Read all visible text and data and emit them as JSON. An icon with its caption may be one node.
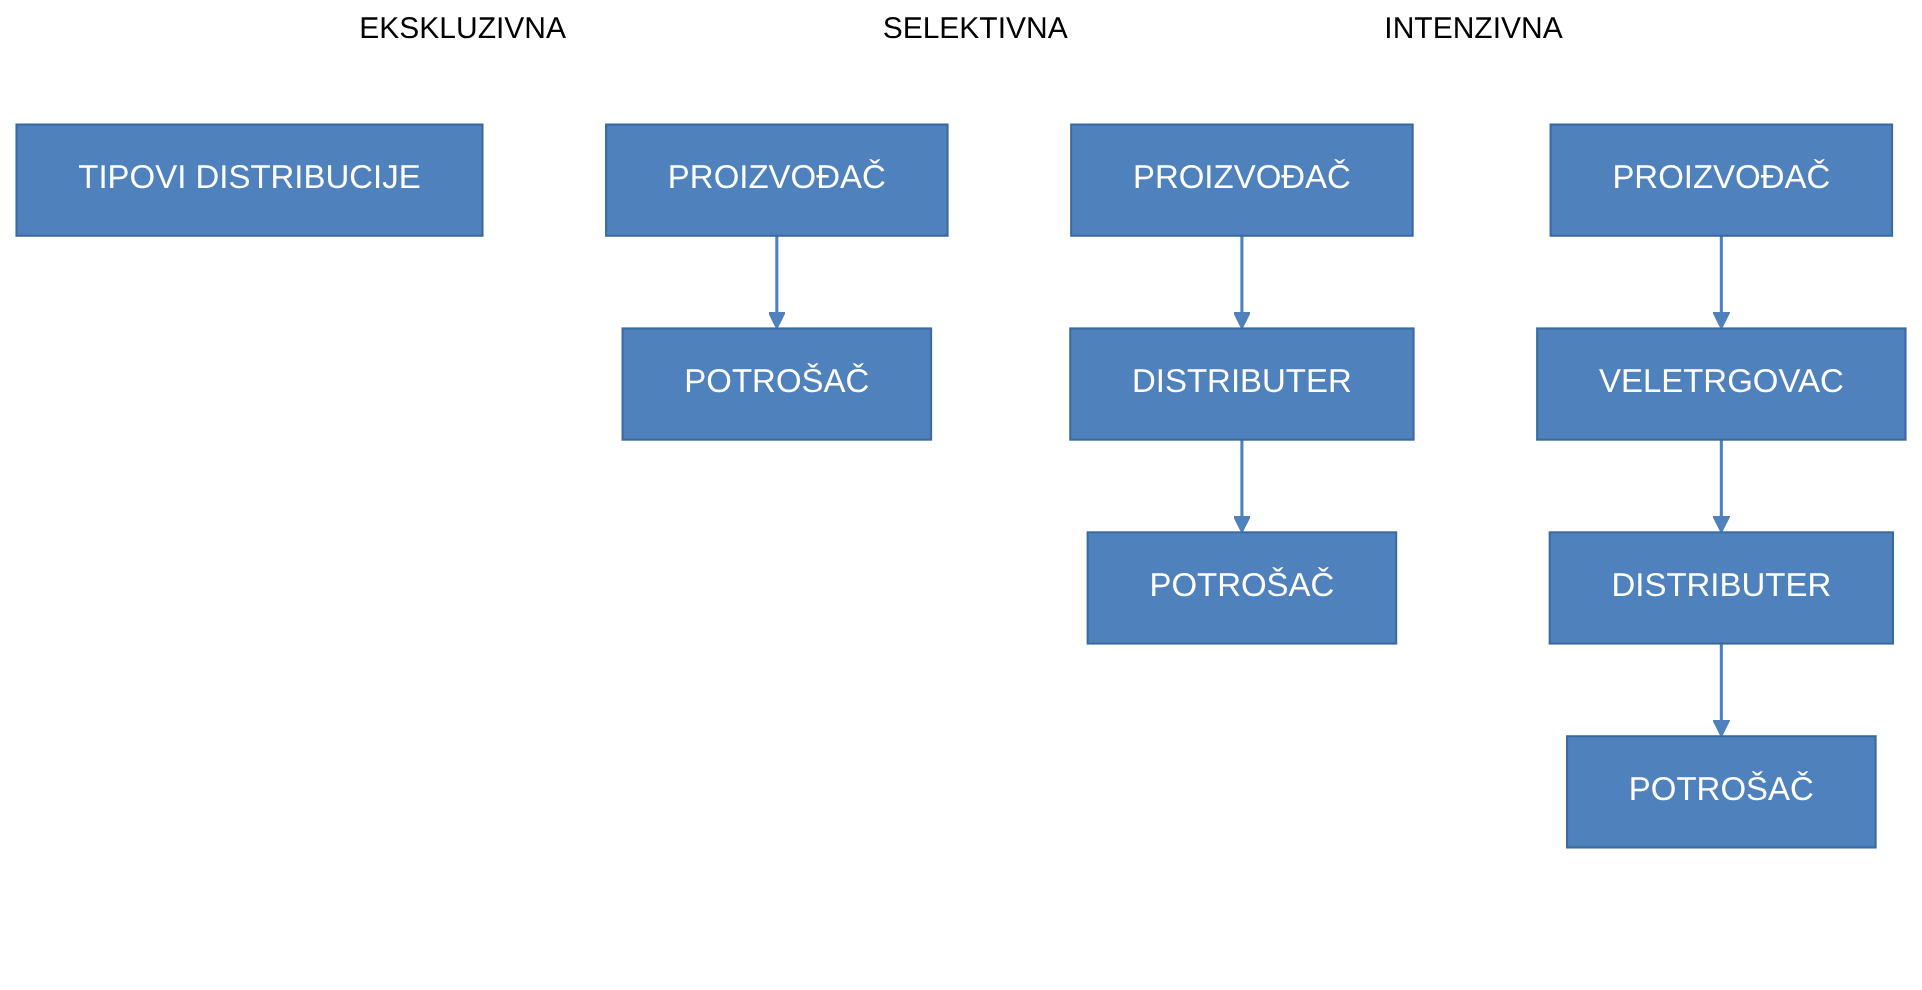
{
  "diagram": {
    "nodes": [
      {
        "text": [
          "TIPOVI DISTRIBUCIJE"
        ]
      },
      {
        "text": [
          "PROIZVOĐAČ"
        ]
      },
      {
        "text": [
          "POTROŠAČ"
        ]
      },
      {
        "text": [
          "PROIZVOĐAČ"
        ]
      },
      {
        "text": [
          "DISTRIBUTER"
        ]
      },
      {
        "text": [
          "POTROŠAČ"
        ]
      },
      {
        "text": [
          "PROIZVOĐAČ"
        ]
      },
      {
        "text": [
          "VELETRGOVAC"
        ]
      },
      {
        "text": [
          "DISTRIBUTER"
        ]
      },
      {
        "text": [
          "POTROŠAČ"
        ]
      }
    ],
    "edges": [
      {
        "from": 1,
        "to": 2,
        "arrow": "to"
      },
      {
        "from": 3,
        "to": 4,
        "arrow": "to"
      },
      {
        "from": 4,
        "to": 5,
        "arrow": "to"
      },
      {
        "from": 6,
        "to": 7,
        "arrow": "to"
      },
      {
        "from": 7,
        "to": 8,
        "arrow": "to"
      },
      {
        "from": 8,
        "to": 9,
        "arrow": "to"
      }
    ],
    "labels": [
      "EKSKLUZIVNA",
      "SELEKTIVNA",
      "INTENZIVNA"
    ]
  }
}
